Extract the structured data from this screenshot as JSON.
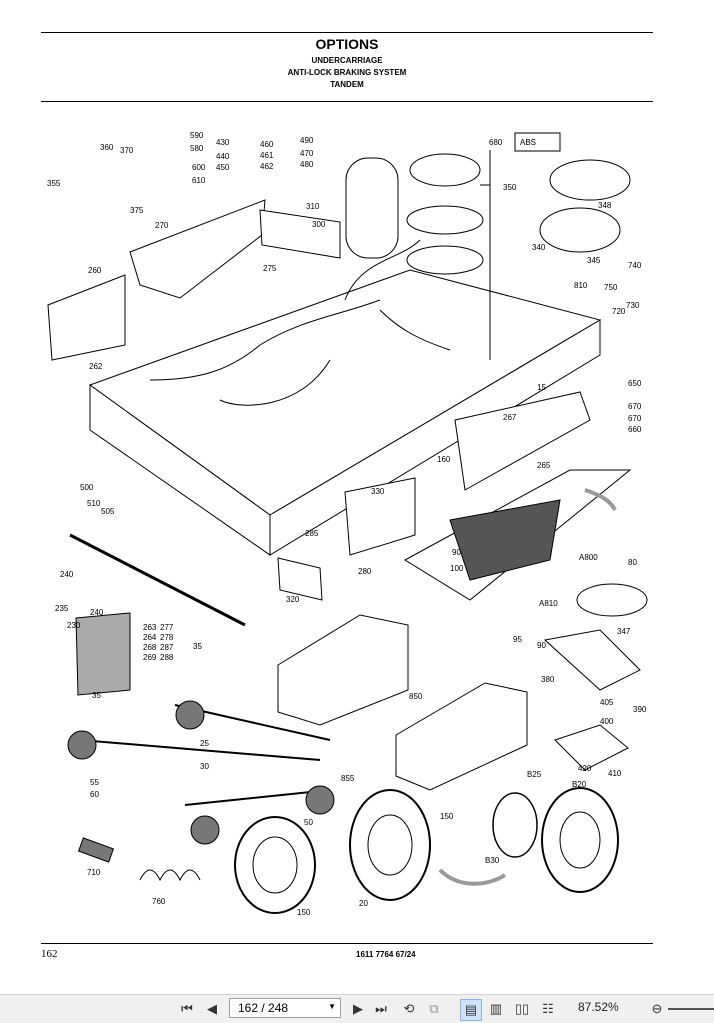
{
  "header": {
    "title": "OPTIONS",
    "subtitles": [
      "UNDERCARRIAGE",
      "ANTI-LOCK BRAKING SYSTEM",
      "TANDEM"
    ]
  },
  "footer": {
    "page_number": "162",
    "doc_number": "1611 7764 67/24"
  },
  "diagram": {
    "labels": [
      "590",
      "580",
      "600",
      "610",
      "430",
      "440",
      "450",
      "460",
      "461",
      "462",
      "490",
      "470",
      "480",
      "680",
      "360",
      "370",
      "355",
      "375",
      "310",
      "270",
      "300",
      "350",
      "348",
      "340",
      "345",
      "740",
      "750",
      "810",
      "730",
      "720",
      "260",
      "275",
      "262",
      "15",
      "650",
      "670",
      "670",
      "660",
      "267",
      "160",
      "265",
      "500",
      "510",
      "505",
      "330",
      "285",
      "280",
      "90",
      "100",
      "A800",
      "80",
      "240",
      "235",
      "240",
      "230",
      "320",
      "A810",
      "95",
      "90",
      "347",
      "263",
      "264",
      "268",
      "269",
      "277",
      "278",
      "287",
      "288",
      "35",
      "35",
      "380",
      "390",
      "405",
      "400",
      "850",
      "25",
      "30",
      "55",
      "60",
      "855",
      "420",
      "410",
      "B25",
      "B20",
      "150",
      "B30",
      "50",
      "710",
      "760",
      "150",
      "20"
    ],
    "abs_badge": "ABS"
  },
  "toolbar": {
    "page_value": "162 / 248",
    "zoom": "87.52%",
    "icons": [
      "first-page-icon",
      "prev-page-icon",
      "next-page-icon",
      "last-page-icon",
      "rotate-icon",
      "fit-icon",
      "single-page-icon",
      "continuous-icon",
      "two-page-icon",
      "two-page-continuous-icon",
      "zoom-out-icon",
      "zoom-slider"
    ]
  }
}
